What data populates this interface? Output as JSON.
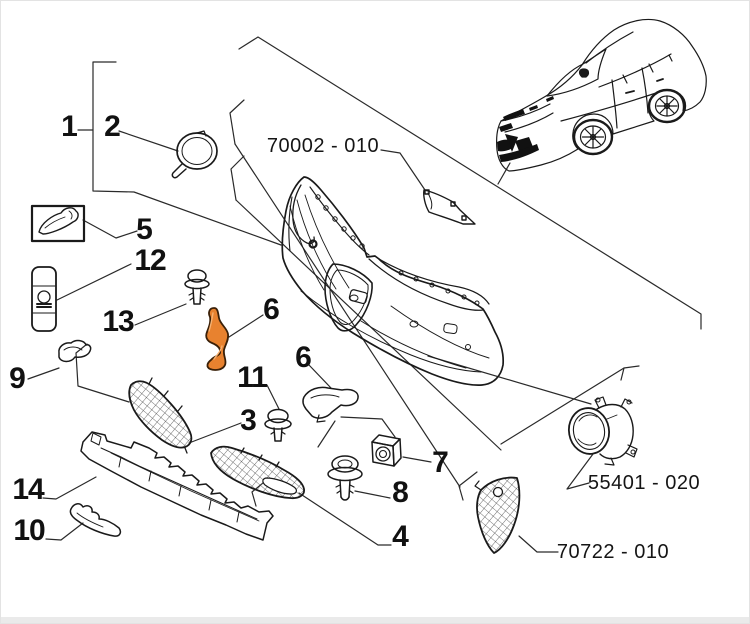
{
  "colors": {
    "background": "#ffffff",
    "line": "#1a1a1a",
    "leader": "#2a2a2a",
    "highlight": "#e8822f",
    "highlight_outline": "#3a2008",
    "footer_bar": "#eaeaea"
  },
  "callouts": [
    {
      "label": "1"
    },
    {
      "label": "2"
    },
    {
      "label": "5"
    },
    {
      "label": "12"
    },
    {
      "label": "13"
    },
    {
      "label": "6"
    },
    {
      "label": "9"
    },
    {
      "label": "3"
    },
    {
      "label": "11"
    },
    {
      "label": "6"
    },
    {
      "label": "14"
    },
    {
      "label": "10"
    },
    {
      "label": "7"
    },
    {
      "label": "8"
    },
    {
      "label": "4"
    }
  ],
  "part_numbers": [
    {
      "label": "70002 - 010"
    },
    {
      "label": "55401 - 020"
    },
    {
      "label": "70722 - 010"
    }
  ],
  "highlighted_callout": "6",
  "parts_drawn": [
    "vehicle-front-three-quarter-sketch",
    "front-bumper-cover",
    "tow-hook-cover",
    "sealant-box",
    "spray-can",
    "push-pin-clip-small",
    "highlighted-side-bracket",
    "side-bracket-small",
    "grille-insert-left",
    "grille-insert-right",
    "lower-absorber-panel",
    "lower-bracket",
    "push-pin-clip",
    "mounting-bracket",
    "cage-nut-clip",
    "push-pin-clip-large",
    "fog-lamp",
    "scudetto-grille-insert",
    "license-bracket-panel"
  ]
}
